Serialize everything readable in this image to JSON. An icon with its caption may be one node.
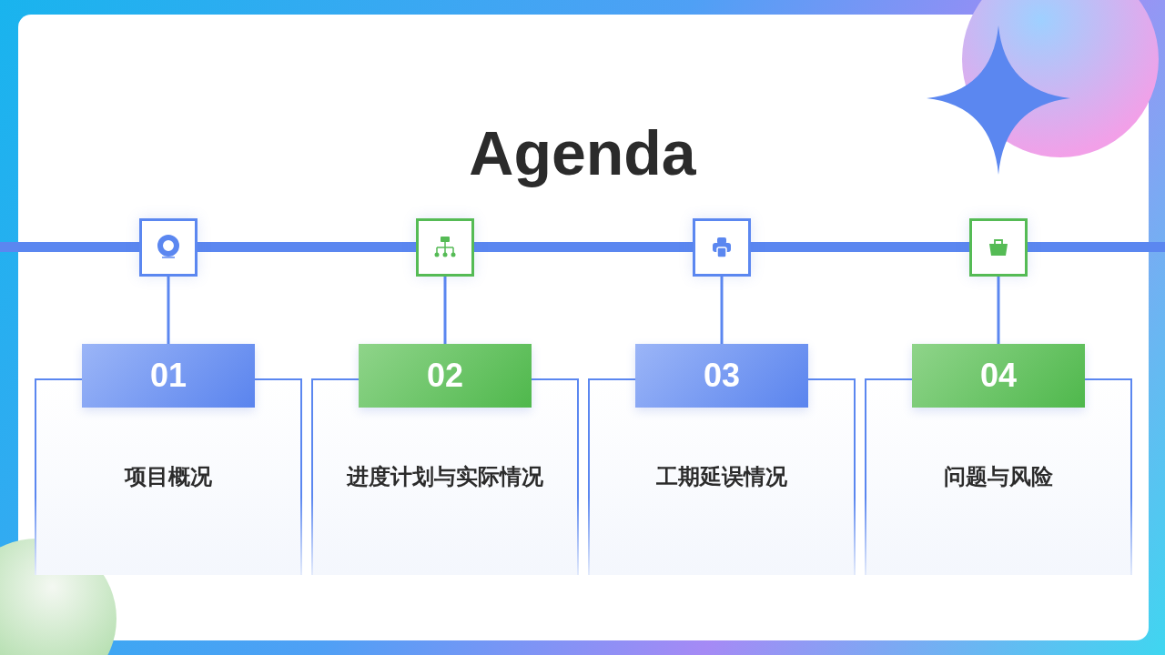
{
  "diagram": {
    "title": "Agenda",
    "nodes": [
      {
        "text": [],
        "shape": "picture"
      },
      {
        "text": [],
        "shape": "picture"
      },
      {
        "text": [],
        "shape": "picture"
      },
      {
        "text": [],
        "shape": "picture"
      },
      {
        "text": [
          "01",
          "项目概况"
        ]
      },
      {
        "text": [
          "02",
          "进度计划与实际情况"
        ]
      },
      {
        "text": [
          "03",
          "工期延误情况"
        ]
      },
      {
        "text": [
          "04",
          "问题与风险"
        ]
      }
    ],
    "edges": [
      {
        "from": 0,
        "to": 4,
        "arrow": "none"
      },
      {
        "from": 1,
        "to": 5,
        "arrow": "none"
      },
      {
        "from": 2,
        "to": 6,
        "arrow": "none"
      },
      {
        "from": 3,
        "to": 7,
        "arrow": "none"
      }
    ]
  }
}
